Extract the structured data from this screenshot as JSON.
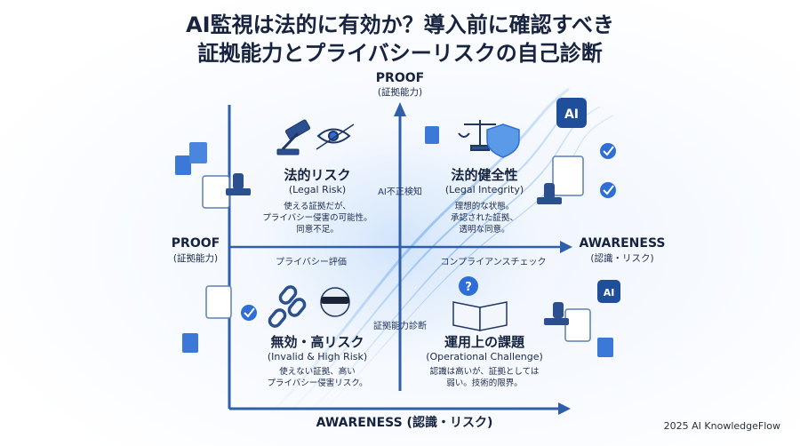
{
  "title": {
    "line1": "AI監視は法的に有効か？導入前に確認すべき",
    "line2": "証拠能力とプライバシーリスクの自己診断"
  },
  "axes": {
    "top_label": "PROOF",
    "top_sub": "(証拠能力)",
    "left_label": "PROOF",
    "left_sub": "(証拠能力)",
    "right_label": "AWARENESS",
    "right_sub": "(認識・リスク)",
    "bottom_label": "AWARENESS (認識・リスク)"
  },
  "axis_markers": {
    "ai_detection": "AI不正検知",
    "privacy_eval": "プライバシー評価",
    "compliance_check": "コンプライアンスチェック",
    "proof_diagnosis": "証拠能力診断"
  },
  "quadrants": {
    "top_left": {
      "title": "法的リスク",
      "sub": "(Legal Risk)",
      "desc": "使える証拠だが、\nプライバシー侵害の可能性。\n同意不足。",
      "icons": [
        "gavel-icon",
        "eye-icon"
      ]
    },
    "top_right": {
      "title": "法的健全性",
      "sub": "(Legal Integrity)",
      "desc": "理想的な状態。\n承認された証拠、\n透明な同意。",
      "icons": [
        "scales-icon",
        "shield-icon"
      ]
    },
    "bottom_left": {
      "title": "無効・高リスク",
      "sub": "(Invalid & High Risk)",
      "desc": "使えない証拠、高い\nプライバシー侵害リスク。",
      "icons": [
        "broken-chain-icon",
        "masked-figure-icon"
      ]
    },
    "bottom_right": {
      "title": "運用上の課題",
      "sub": "(Operational Challenge)",
      "desc": "認識は高いが、証拠としては\n弱い。技術的限界。",
      "icons": [
        "open-book-icon",
        "question-icon"
      ]
    }
  },
  "badges": {
    "ai_top": "AI",
    "ai_bottom": "AI"
  },
  "credit": "2025 AI KnowledgeFlow",
  "colors": {
    "axis": "#2f5fa8",
    "accent": "#2e6ed6",
    "title": "#17233f"
  }
}
